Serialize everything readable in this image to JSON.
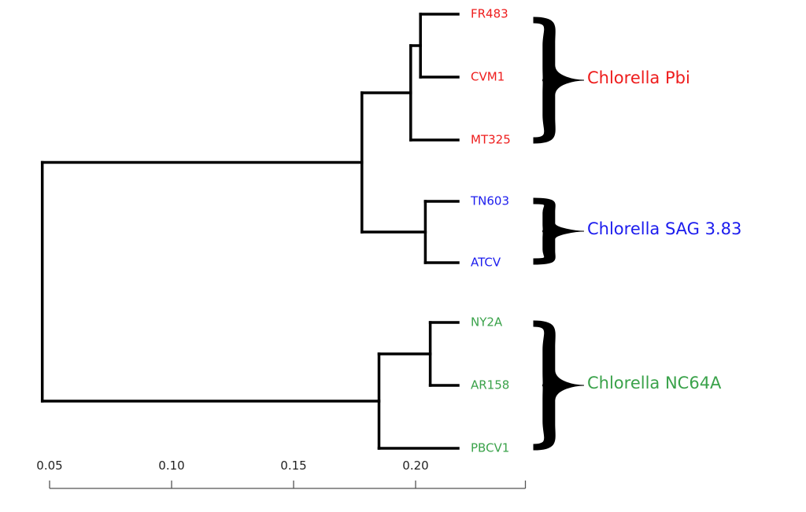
{
  "colors": {
    "pbi": "#ee1c1c",
    "sag": "#1c1cee",
    "nc64a": "#3aa24a",
    "branch": "#000000"
  },
  "groups": [
    {
      "id": "pbi",
      "label": "Chlorella Pbi",
      "color": "#ee1c1c"
    },
    {
      "id": "sag",
      "label": "Chlorella SAG 3.83",
      "color": "#1c1cee"
    },
    {
      "id": "nc64a",
      "label": "Chlorella NC64A",
      "color": "#3aa24a"
    }
  ],
  "leaves": [
    {
      "id": "FR483",
      "label": "FR483",
      "group": "pbi"
    },
    {
      "id": "CVM1",
      "label": "CVM1",
      "group": "pbi"
    },
    {
      "id": "MT325",
      "label": "MT325",
      "group": "pbi"
    },
    {
      "id": "TN603",
      "label": "TN603",
      "group": "sag"
    },
    {
      "id": "ATCV",
      "label": "ATCV",
      "group": "sag"
    },
    {
      "id": "NY2A",
      "label": "NY2A",
      "group": "nc64a"
    },
    {
      "id": "AR158",
      "label": "AR158",
      "group": "nc64a"
    },
    {
      "id": "PBCV1",
      "label": "PBCV1",
      "group": "nc64a"
    }
  ],
  "tree": {
    "node": "root",
    "height": 0.047,
    "children": [
      {
        "node": "pbi-sag",
        "height": 0.178,
        "children": [
          {
            "node": "pbi",
            "height": 0.198,
            "children": [
              {
                "node": "fr483-cvm1",
                "height": 0.202,
                "children": [
                  {
                    "leaf": "FR483"
                  },
                  {
                    "leaf": "CVM1"
                  }
                ]
              },
              {
                "leaf": "MT325"
              }
            ]
          },
          {
            "node": "sag",
            "height": 0.204,
            "children": [
              {
                "leaf": "TN603"
              },
              {
                "leaf": "ATCV"
              }
            ]
          }
        ]
      },
      {
        "node": "nc64a",
        "height": 0.185,
        "children": [
          {
            "node": "ny2a-ar158",
            "height": 0.206,
            "children": [
              {
                "leaf": "NY2A"
              },
              {
                "leaf": "AR158"
              }
            ]
          },
          {
            "leaf": "PBCV1"
          }
        ]
      }
    ]
  },
  "scale": {
    "ticks": [
      {
        "value": 0.05,
        "label": "0.05"
      },
      {
        "value": 0.1,
        "label": "0.10"
      },
      {
        "value": 0.15,
        "label": "0.15"
      },
      {
        "value": 0.2,
        "label": "0.20"
      }
    ],
    "range": [
      0.05,
      0.245
    ]
  }
}
